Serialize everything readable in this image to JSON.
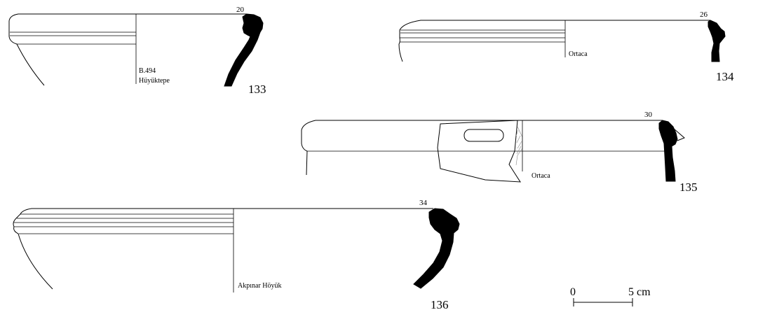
{
  "vessels": [
    {
      "catalog_no": "133",
      "diameter": "20",
      "site_lines": [
        "B.494",
        "Hüyüktepe"
      ]
    },
    {
      "catalog_no": "134",
      "diameter": "26",
      "site_lines": [
        "Ortaca"
      ]
    },
    {
      "catalog_no": "135",
      "diameter": "30",
      "site_lines": [
        "Ortaca"
      ]
    },
    {
      "catalog_no": "136",
      "diameter": "34",
      "site_lines": [
        "Akpınar Höyük"
      ]
    }
  ],
  "scale_bar": {
    "start_label": "0",
    "end_label": "5 cm"
  }
}
